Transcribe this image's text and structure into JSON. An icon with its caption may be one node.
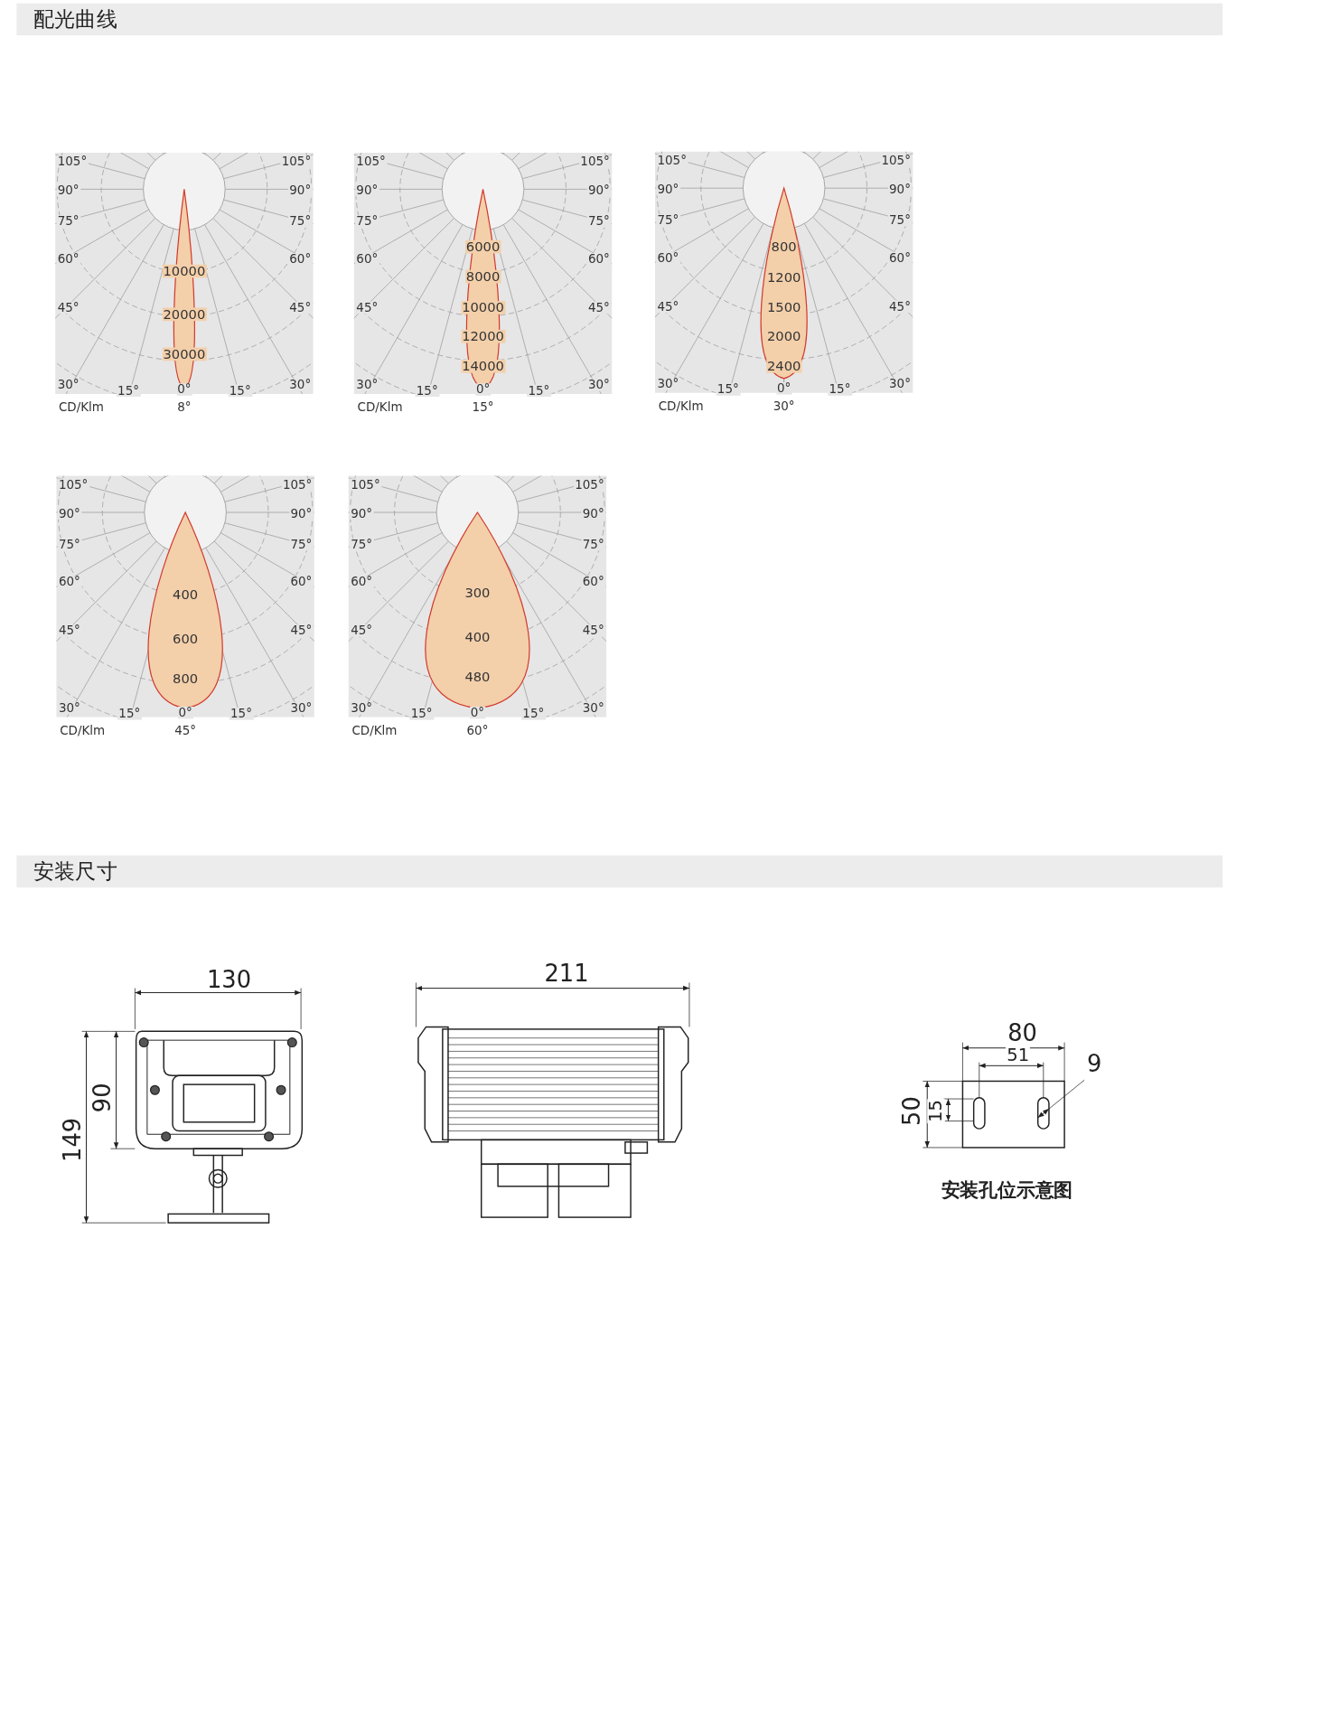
{
  "diagram": {
    "labels": [
      "配光曲线",
      "105°",
      "105°",
      "90°",
      "90°",
      "75°",
      "75°",
      "60°",
      "60°",
      "45°",
      "45°",
      "10000",
      "20000",
      "30000",
      "30°",
      "15°",
      "0°",
      "15°",
      "30°",
      "CD/Klm",
      "8°",
      "105°",
      "105°",
      "90°",
      "90°",
      "75°",
      "75°",
      "60°",
      "60°",
      "45°",
      "45°",
      "6000",
      "8000",
      "10000",
      "12000",
      "14000",
      "30°",
      "15°",
      "0°",
      "15°",
      "30°",
      "CD/Klm",
      "15°",
      "105°",
      "105°",
      "90°",
      "90°",
      "75°",
      "75°",
      "60°",
      "60°",
      "45°",
      "45°",
      "800",
      "1200",
      "1500",
      "2000",
      "2400",
      "30°",
      "15°",
      "0°",
      "15°",
      "30°",
      "CD/Klm",
      "30°",
      "105°",
      "105°",
      "90°",
      "90°",
      "75°",
      "75°",
      "60°",
      "60°",
      "45°",
      "45°",
      "400",
      "600",
      "800",
      "30°",
      "15°",
      "0°",
      "15°",
      "30°",
      "CD/Klm",
      "45°",
      "105°",
      "105°",
      "90°",
      "90°",
      "75°",
      "75°",
      "60°",
      "60°",
      "45°",
      "45°",
      "300",
      "400",
      "480",
      "30°",
      "15°",
      "0°",
      "15°",
      "30°",
      "CD/Klm",
      "60°",
      "安装尺寸",
      "130",
      "211",
      "80",
      "51",
      "9",
      "90",
      "50",
      "15",
      "149",
      "安装孔位示意图"
    ]
  }
}
